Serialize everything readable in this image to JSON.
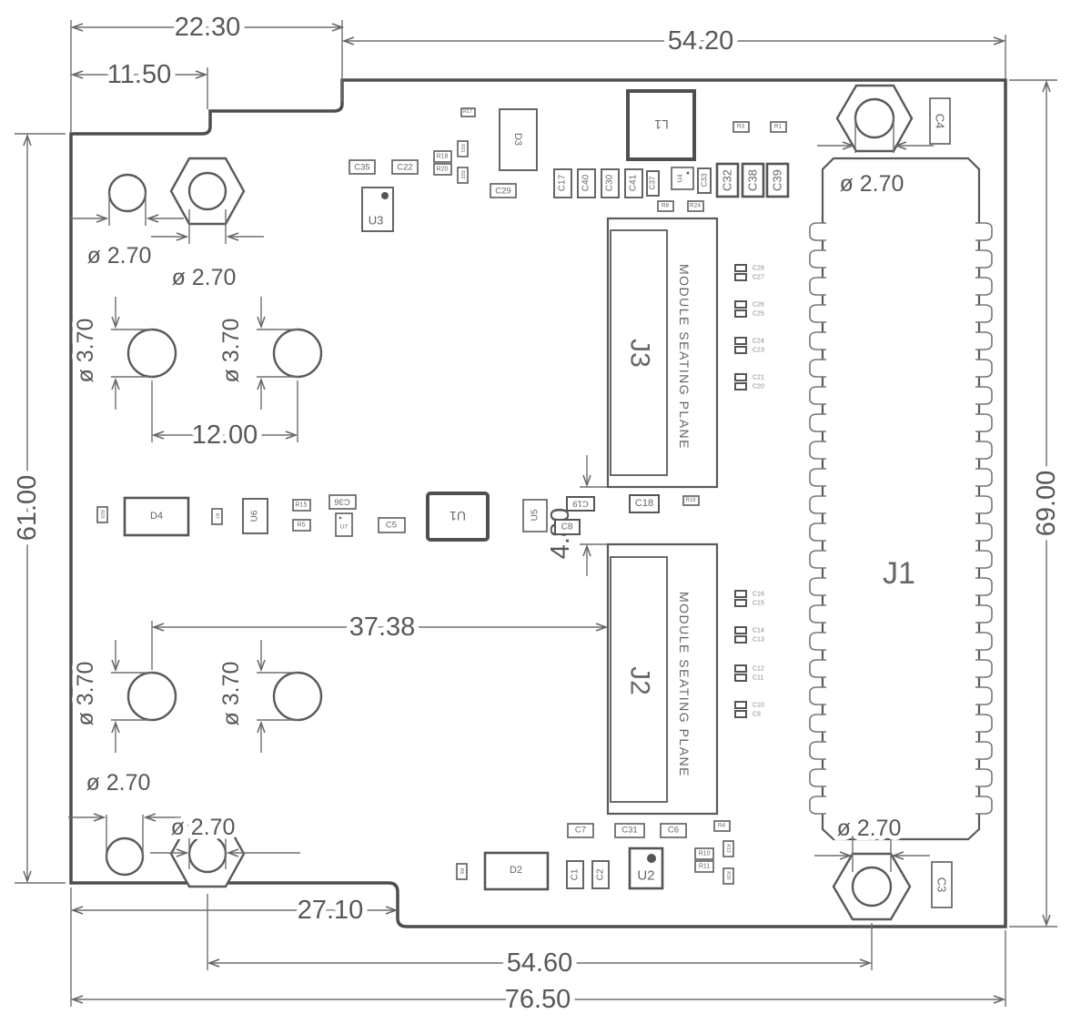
{
  "dims": {
    "tab_width": "22.30",
    "tab_inner_width": "11.50",
    "top_right_width": "54.20",
    "left_height": "61.00",
    "right_height": "69.00",
    "hole_pair_spacing": "12.00",
    "hole_to_connector": "37.38",
    "connector_gap": "4.80",
    "bottom_left_width": "27.10",
    "bottom_hole_spacing": "54.60",
    "total_width": "76.50"
  },
  "holes": {
    "small_dia": "ø 2.70",
    "large_dia": "ø 3.70"
  },
  "connectors": {
    "j1": "J1",
    "j2": "J2",
    "j3": "J3",
    "seating_plane": "MODULE SEATING PLANE"
  },
  "components": {
    "c35": "C35",
    "c22": "C22",
    "u3": "U3",
    "r18": "R18",
    "r20": "R20",
    "r17": "R17",
    "r21": "R21",
    "r22": "R22",
    "d3": "D3",
    "c29": "C29",
    "l1": "L1",
    "r3": "R3",
    "r1": "R1",
    "c17": "C17",
    "c40": "C40",
    "c30": "C30",
    "c41": "C41",
    "c37": "C37",
    "u4": "U4",
    "c33": "C33",
    "c32": "C32",
    "c38": "C38",
    "c39": "C39",
    "r8": "R8",
    "r24": "R24",
    "c28": "C28",
    "c27": "C27",
    "c26": "C26",
    "c25": "C25",
    "c24": "C24",
    "c23": "C23",
    "c21": "C21",
    "c20": "C20",
    "c19": "C19",
    "c18": "C18",
    "r19": "R19",
    "c8": "C8",
    "r23": "R23",
    "d4": "D4",
    "r7": "R7",
    "u6": "U6",
    "r15": "R15",
    "r5": "R5",
    "c36": "C36",
    "u7": "U7",
    "c5": "C5",
    "u1": "U1",
    "u5": "U5",
    "c16": "C16",
    "c15": "C15",
    "c14": "C14",
    "c13": "C13",
    "c12": "C12",
    "c11": "C11",
    "c10": "C10",
    "c9": "C9",
    "c7": "C7",
    "c31": "C31",
    "c6": "C6",
    "r4": "R4",
    "r6": "R6",
    "d2": "D2",
    "c1": "C1",
    "c2": "C2",
    "u2": "U2",
    "r10": "R10",
    "r11": "R11",
    "r13": "R13",
    "r30": "R30",
    "c4": "C4",
    "c3": "C3"
  }
}
